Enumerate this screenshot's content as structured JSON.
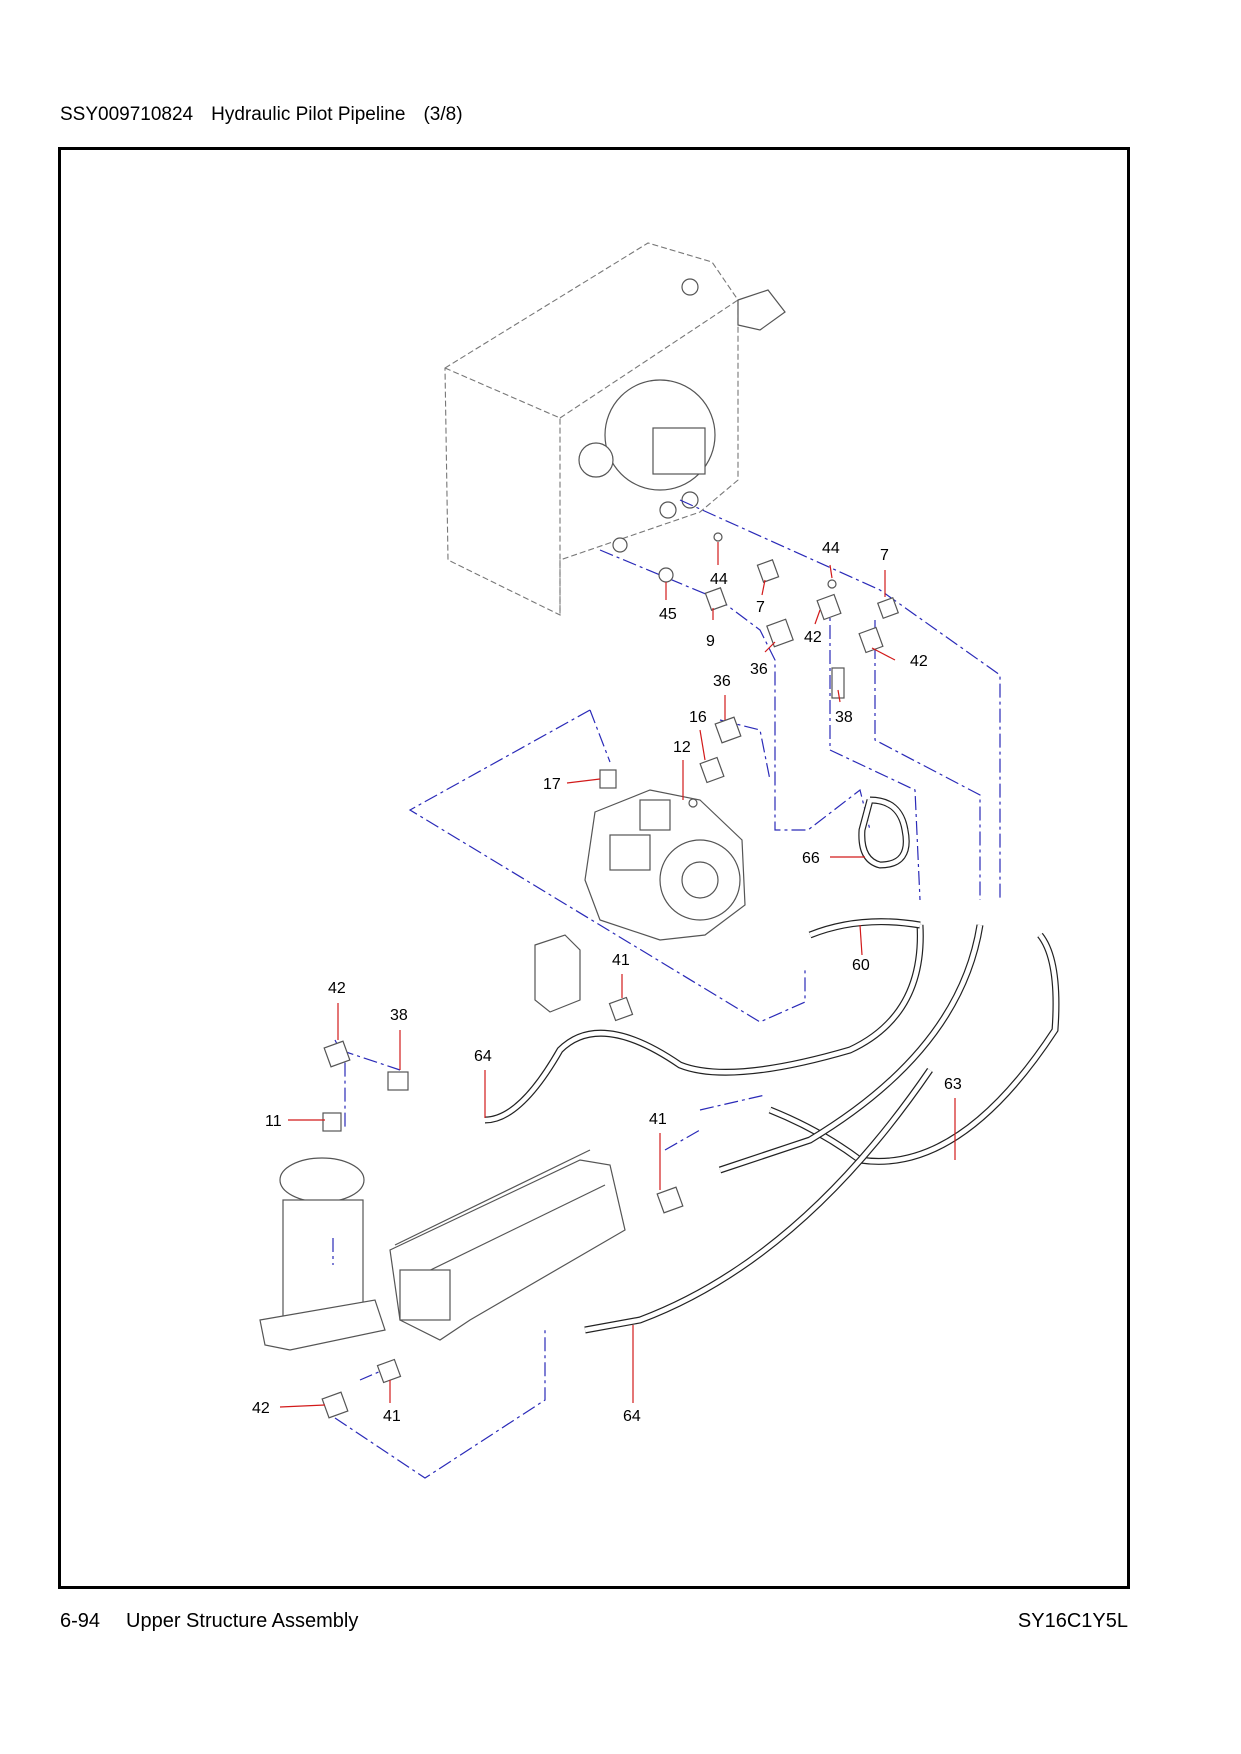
{
  "header": {
    "part_number": "SSY009710824",
    "title": "Hydraulic Pilot Pipeline",
    "page_of": "(3/8)"
  },
  "footer": {
    "page": "6-94",
    "section": "Upper Structure Assembly",
    "model": "SY16C1Y5L"
  },
  "callouts": [
    "45",
    "44",
    "9",
    "7",
    "44",
    "7",
    "42",
    "36",
    "42",
    "38",
    "36",
    "16",
    "12",
    "17",
    "66",
    "60",
    "41",
    "42",
    "38",
    "64",
    "63",
    "11",
    "41",
    "42",
    "41",
    "64"
  ]
}
